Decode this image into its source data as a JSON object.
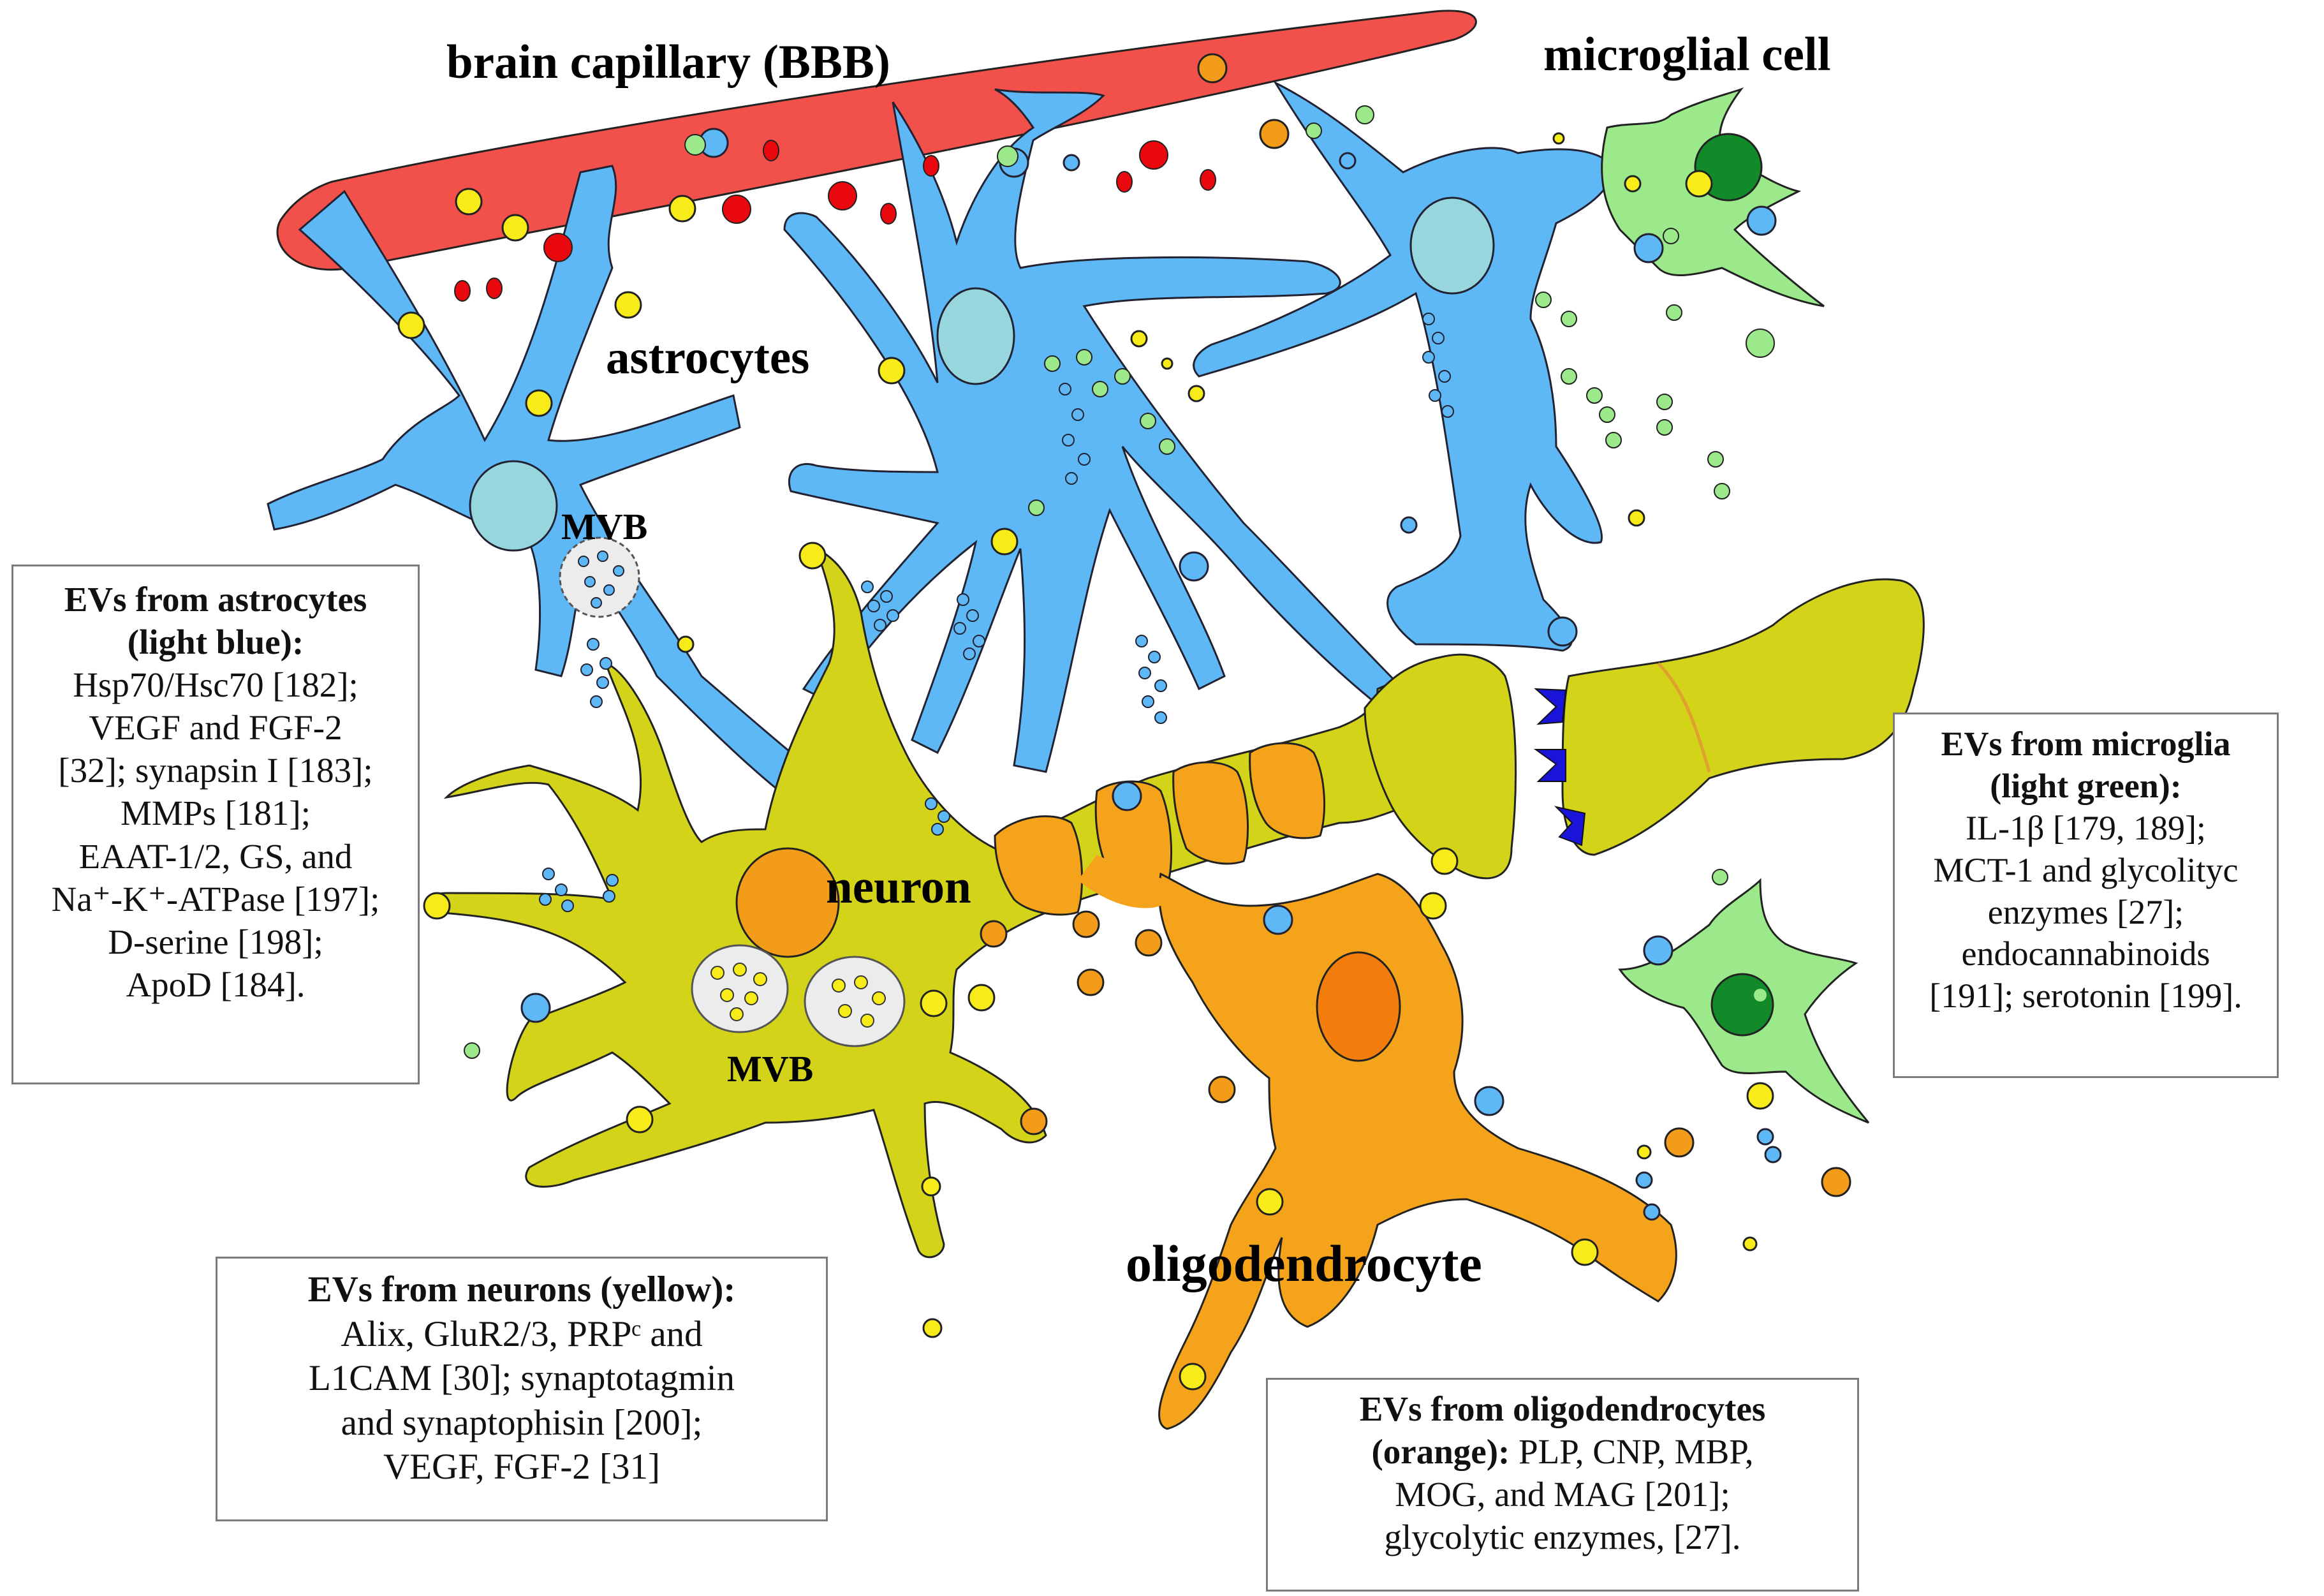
{
  "labels": {
    "capillary": "brain capillary (BBB)",
    "microglial": "microglial cell",
    "astrocytes": "astrocytes",
    "mvb_astro": "MVB",
    "neuron": "neuron",
    "mvb_neuron": "MVB",
    "oligodendrocyte": "oligodendrocyte"
  },
  "boxes": {
    "astrocytes": {
      "title_1": "EVs from astrocytes",
      "title_2": "(light blue):",
      "lines": [
        "Hsp70/Hsc70 [182];",
        "VEGF and FGF-2",
        "[32]; synapsin I [183];",
        "MMPs [181];",
        "EAAT-1/2, GS, and",
        "Na⁺-K⁺-ATPase [197];",
        "D-serine [198];",
        "ApoD [184]."
      ]
    },
    "neurons": {
      "title": "EVs from neurons (yellow):",
      "lines": [
        "Alix, GluR2/3, PRPᶜ and",
        "L1CAM [30]; synaptotagmin",
        "and synaptophisin [200];",
        "VEGF, FGF-2 [31]"
      ]
    },
    "oligodendrocytes": {
      "title": "EVs from oligodendrocytes",
      "line_1_bold": "(orange):",
      "line_1_rest": " PLP, CNP, MBP,",
      "lines": [
        "MOG, and MAG [201];",
        "glycolytic enzymes, [27]."
      ]
    },
    "microglia": {
      "title_1": "EVs from microglia",
      "title_2": "(light green):",
      "lines": [
        "IL-1β [179, 189];",
        "MCT-1 and glycolityc",
        "enzymes [27];",
        "endocannabinoids",
        "[191]; serotonin [199]."
      ]
    }
  },
  "colors": {
    "capillary": "#f2504a",
    "astrocyte": "#5eb8f5",
    "astro_nucleus": "#97d6dc",
    "neuron": "#d3d31a",
    "neuron_nucleus": "#f29c1a",
    "oligodendrocyte": "#f5a31a",
    "oligo_nucleus": "#f27d0c",
    "microglia": "#9be98a",
    "microglia_nucleus": "#138a2a",
    "ev_yellow": "#f7ec1a",
    "ev_red": "#e8080e",
    "ev_orange": "#f2960f",
    "receptor": "#1a14d8",
    "mvb": "#ececec"
  }
}
